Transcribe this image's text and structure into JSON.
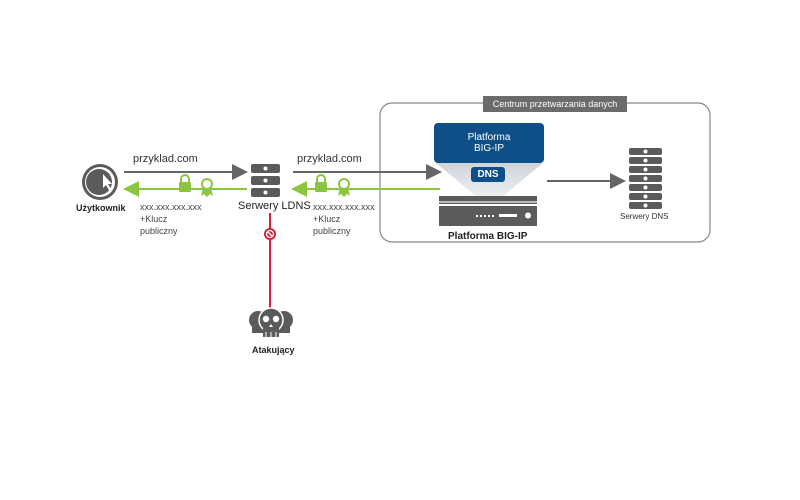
{
  "colors": {
    "gray_arrow": "#666666",
    "green_arrow": "#8cc63f",
    "attack_line": "#d6203a",
    "bigip_blue": "#0d4f86",
    "device_gray": "#5b5b5b",
    "datacenter_border": "#888888"
  },
  "nodes": {
    "user": {
      "label": "Użytkownik",
      "icon": "user-cursor-icon"
    },
    "ldns": {
      "label": "Serwery LDNS",
      "icon": "server-stack-icon"
    },
    "attacker": {
      "label": "Atakujący",
      "icon": "skulls-icon"
    },
    "bigip_device": {
      "label": "Platforma BIG-IP",
      "icon": "appliance-icon"
    },
    "dns_servers": {
      "label": "Serwery DNS",
      "icon": "server-rack-icon"
    }
  },
  "datacenter": {
    "title": "Centrum przetwarzania danych"
  },
  "bigip_module": {
    "title_line1": "Platforma",
    "title_line2": "BIG-IP",
    "dns_label": "DNS"
  },
  "links": {
    "user_to_ldns": {
      "request": "przyklad.com",
      "response_line1": "xxx.xxx.xxx.xxx",
      "response_line2": "+Klucz",
      "response_line3": "publiczny"
    },
    "ldns_to_bigip": {
      "request": "przyklad.com",
      "response_line1": "xxx.xxx.xxx.xxx",
      "response_line2": "+Klucz",
      "response_line3": "publiczny"
    }
  }
}
